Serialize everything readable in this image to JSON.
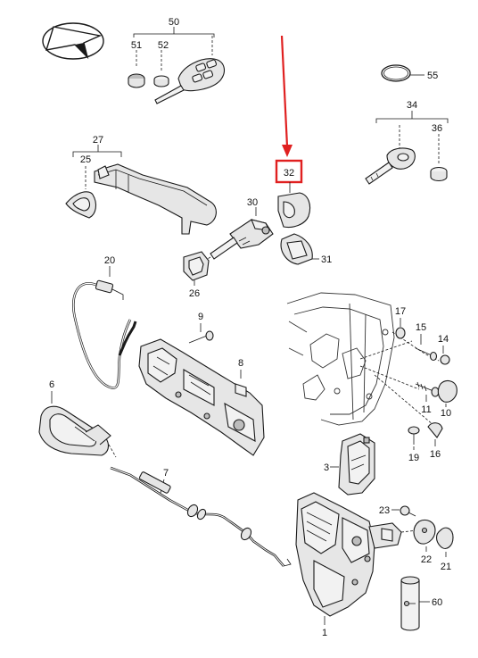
{
  "callout_labels": {
    "p1": "1",
    "p3": "3",
    "p6": "6",
    "p7": "7",
    "p8": "8",
    "p9": "9",
    "p10": "10",
    "p11": "11",
    "p14": "14",
    "p15": "15",
    "p16": "16",
    "p17": "17",
    "p19": "19",
    "p20": "20",
    "p21": "21",
    "p22": "22",
    "p23": "23",
    "p25": "25",
    "p26": "26",
    "p27": "27",
    "p30": "30",
    "p31": "31",
    "p32": "32",
    "p34": "34",
    "p36": "36",
    "p50": "50",
    "p51": "51",
    "p52": "52",
    "p55": "55",
    "p60": "60"
  },
  "highlight": {
    "part": "32",
    "box_color": "#e02020",
    "arrow_color": "#e02020"
  },
  "colors": {
    "line": "#1a1a1a",
    "part_fill": "#e6e6e6",
    "background": "#ffffff"
  },
  "logo": {
    "icon": "compass-arrow-logo"
  }
}
